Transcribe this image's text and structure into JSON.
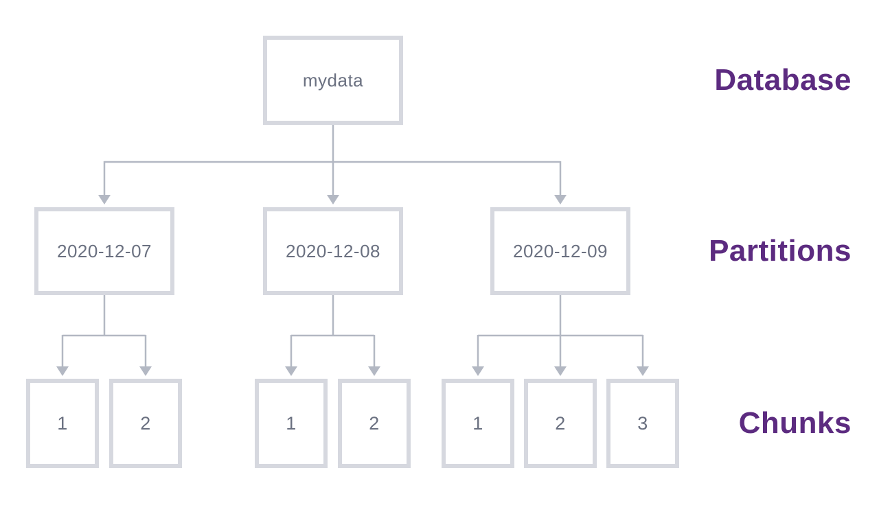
{
  "tree": {
    "database": {
      "name": "mydata"
    },
    "partitions": [
      {
        "name": "2020-12-07",
        "chunks": [
          "1",
          "2"
        ]
      },
      {
        "name": "2020-12-08",
        "chunks": [
          "1",
          "2"
        ]
      },
      {
        "name": "2020-12-09",
        "chunks": [
          "1",
          "2",
          "3"
        ]
      }
    ]
  },
  "level_labels": {
    "database": "Database",
    "partitions": "Partitions",
    "chunks": "Chunks"
  },
  "colors": {
    "bg": "#ffffff",
    "box_border": "#d6d8df",
    "box_text": "#6a7080",
    "connector": "#b3b8c3",
    "label_purple": "#5c2b80"
  }
}
